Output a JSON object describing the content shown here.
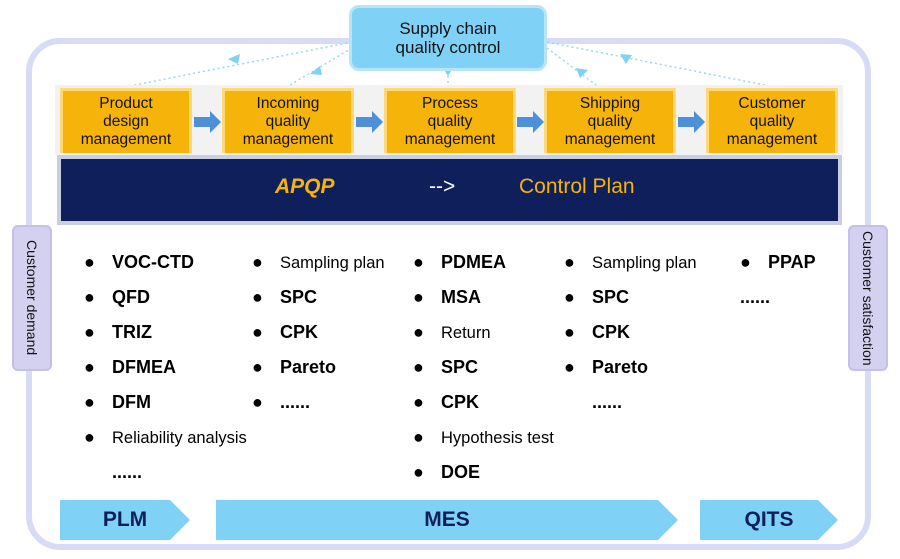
{
  "top": {
    "line1": "Supply chain",
    "line2": "quality control"
  },
  "stages": [
    {
      "lines": [
        "Product",
        "design",
        "management"
      ]
    },
    {
      "lines": [
        "Incoming",
        "quality",
        "management"
      ]
    },
    {
      "lines": [
        "Process",
        "quality",
        "management"
      ]
    },
    {
      "lines": [
        "Shipping",
        "quality",
        "management"
      ]
    },
    {
      "lines": [
        "Customer",
        "quality",
        "management"
      ]
    }
  ],
  "band": {
    "left": "APQP",
    "arrow": "-->",
    "right": "Control Plan"
  },
  "side": {
    "left": "Customer demand",
    "right": "Customer satisfaction"
  },
  "columns": [
    {
      "items": [
        "VOC-CTD",
        "QFD",
        "TRIZ",
        "DFMEA",
        "DFM",
        "Reliability analysis",
        "......"
      ]
    },
    {
      "items": [
        "Sampling plan",
        "SPC",
        "CPK",
        "Pareto",
        "......"
      ]
    },
    {
      "items": [
        "PDMEA",
        "MSA",
        "Return",
        "SPC",
        "CPK",
        "Hypothesis test",
        "DOE"
      ]
    },
    {
      "items": [
        "Sampling plan",
        "SPC",
        "CPK",
        "Pareto",
        "......"
      ]
    },
    {
      "items": [
        "PPAP",
        "......"
      ]
    }
  ],
  "systems": [
    "PLM",
    "MES",
    "QITS"
  ],
  "colors": {
    "accent": "#f6b40a",
    "navy": "#0e1f5c",
    "light_blue": "#7fd1f5",
    "lavender": "#d4d0f0"
  }
}
